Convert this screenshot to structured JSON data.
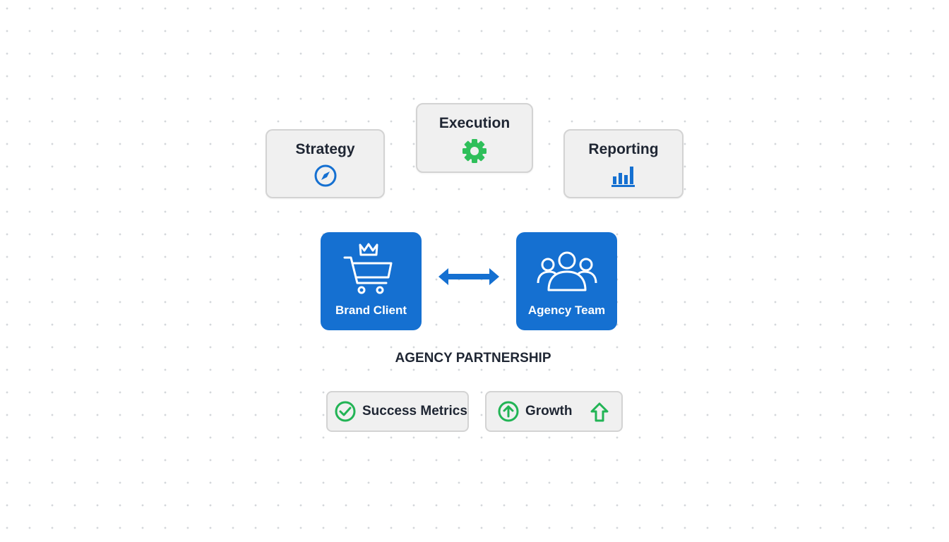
{
  "steps": [
    {
      "label": "Strategy",
      "icon": "compass-icon"
    },
    {
      "label": "Execution",
      "icon": "gear-icon"
    },
    {
      "label": "Reporting",
      "icon": "bar-chart-icon"
    }
  ],
  "parties": [
    {
      "label": "Brand Client",
      "icon": "cart-crown-icon"
    },
    {
      "label": "Agency Team",
      "icon": "team-icon"
    }
  ],
  "title": "AGENCY PARTNERSHIP",
  "outcomes": [
    {
      "label": "Success Metrics",
      "icon": "check-circle-icon"
    },
    {
      "label": "Growth",
      "icon": "arrow-up-circle-icon"
    }
  ],
  "colors": {
    "blue": "#1570d1",
    "green": "#22c55e",
    "text": "#1f2633"
  }
}
